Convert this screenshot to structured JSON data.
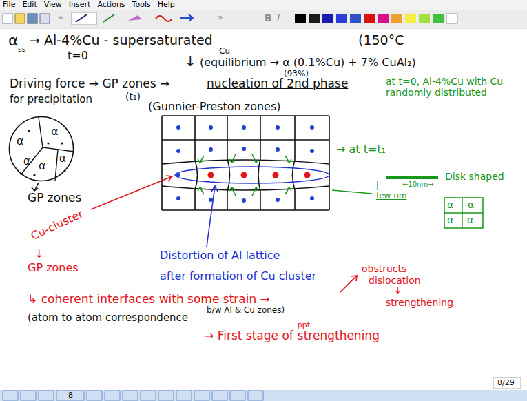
{
  "diagram": {
    "nodes": [
      {
        "text": [
          "α",
          "α",
          "α",
          "α",
          "α"
        ]
      },
      {
        "text": [
          "α",
          "-α",
          "α",
          "α"
        ]
      }
    ],
    "labels": [
      "File",
      "Edit",
      "View",
      "Insert",
      "Actions",
      "Tools",
      "Help",
      "»",
      "»",
      "B",
      "I",
      "α",
      "ss",
      "→ Al-4%Cu - supersaturated",
      "Cu",
      "(150°C",
      "t=0",
      "↓",
      "(equilibrium → α (0.1%Cu) + 7% CuAl₂)",
      "(93%)",
      "Driving force → GP zones →",
      "nucleation of 2nd phase",
      "for precipitation",
      "(t₁)",
      "(Gunnier-Preston zones)",
      "GP zones",
      "at t=0, Al-4%Cu with Cu randomly distributed",
      "→ at t=t₁",
      "Disk shaped",
      "←10nm→",
      "few nm",
      "Cu-cluster",
      "↓",
      "GP zones",
      "Distortion of Al lattice",
      "after formation of Cu cluster",
      "↳ coherent interfaces with some strain →",
      "obstructs",
      "dislocation",
      "↓",
      "strengthening",
      "(atom to atom correspondence",
      "b/w Al & Cu zones)",
      "→ First stage of",
      "ppt",
      "strengthening",
      "8/29",
      "8"
    ]
  }
}
